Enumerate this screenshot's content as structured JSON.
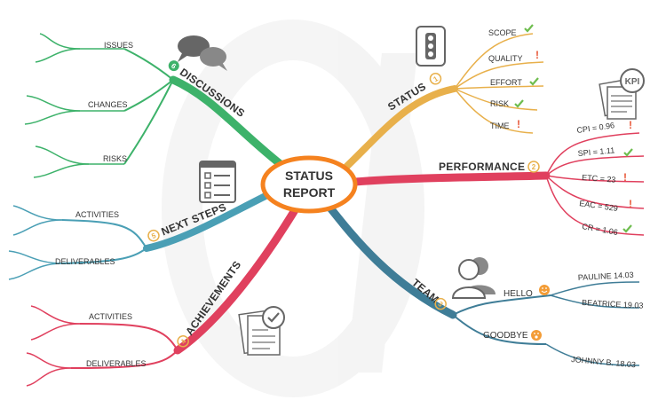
{
  "center": {
    "line1": "STATUS",
    "line2": "REPORT"
  },
  "colors": {
    "status": "#e8b04b",
    "performance": "#e0405e",
    "team": "#3f7d97",
    "achievements": "#e0405e",
    "next_steps": "#4a9fb5",
    "discussions": "#3db26a",
    "check": "#6ebd4e",
    "warn": "#e8593a",
    "smile": "#f39c36",
    "center_ring": "#f5821f"
  },
  "branches": {
    "status": {
      "title": "STATUS",
      "number": "1",
      "items": [
        {
          "label": "SCOPE",
          "mark": "check"
        },
        {
          "label": "QUALITY",
          "mark": "warn"
        },
        {
          "label": "EFFORT",
          "mark": "check"
        },
        {
          "label": "RISK",
          "mark": "check"
        },
        {
          "label": "TIME",
          "mark": "warn"
        }
      ],
      "icon": "traffic-light-icon"
    },
    "performance": {
      "title": "PERFORMANCE",
      "number": "2",
      "items": [
        {
          "label": "CPI = 0.96",
          "mark": "warn"
        },
        {
          "label": "SPI = 1.11",
          "mark": "check"
        },
        {
          "label": "ETC = 23",
          "mark": "warn"
        },
        {
          "label": "EAC = 529",
          "mark": "warn"
        },
        {
          "label": "CR = 1.06",
          "mark": "check"
        }
      ],
      "icon": "kpi-document-icon",
      "icon_text": "KPI"
    },
    "team": {
      "title": "TEAM",
      "number": "3",
      "hello": {
        "label": "HELLO",
        "people": [
          "PAULINE 14.03",
          "BEATRICE 19.03"
        ]
      },
      "goodbye": {
        "label": "GOODBYE",
        "people": [
          "JOHNNY B. 18.03"
        ]
      },
      "icon": "people-icon"
    },
    "achievements": {
      "title": "ACHIEVEMENTS",
      "number": "4",
      "items": [
        "ACTIVITIES",
        "DELIVERABLES"
      ],
      "icon": "checked-document-icon"
    },
    "next_steps": {
      "title": "NEXT STEPS",
      "number": "5",
      "items": [
        "ACTIVITIES",
        "DELIVERABLES"
      ],
      "icon": "checklist-icon"
    },
    "discussions": {
      "title": "DISCUSSIONS",
      "number": "6",
      "items": [
        "ISSUES",
        "CHANGES",
        "RISKS"
      ],
      "icon": "chat-bubbles-icon"
    }
  }
}
